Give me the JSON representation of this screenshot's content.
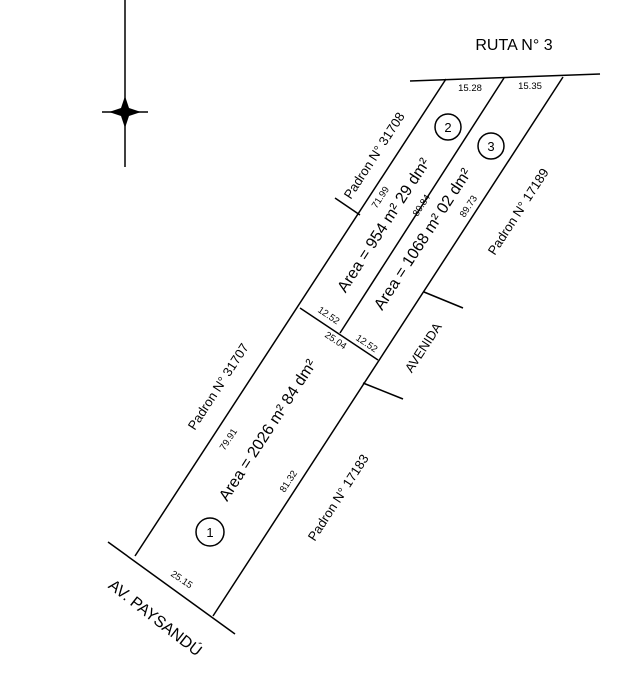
{
  "road_top": "RUTA N° 3",
  "road_bottom": "AV. PAYSANDÚ",
  "street_side": "AVENIDA",
  "neighbors": {
    "top_left": "Padron N° 31708",
    "top_right": "Padron N° 17189",
    "bottom_left": "Padron N° 31707",
    "bottom_right": "Padron N° 17183"
  },
  "lots": [
    {
      "number": "1",
      "area": "Area = 2026 m² 84 dm²"
    },
    {
      "number": "2",
      "area": "Area = 954 m² 29 dm²"
    },
    {
      "number": "3",
      "area": "Area = 1068 m² 02 dm²"
    }
  ],
  "dimensions": {
    "lot1_front": "25.15",
    "lot1_left": "79.91",
    "lot1_right": "81.32",
    "lot1_back": "25.04",
    "lot2_front": "15.28",
    "lot2_left": "71.99",
    "lot2_right": "80.84",
    "lot2_back": "12.52",
    "lot3_front": "15.35",
    "lot3_right": "89.73",
    "lot3_back": "12.52"
  },
  "north_arrow": "north-arrow-icon"
}
